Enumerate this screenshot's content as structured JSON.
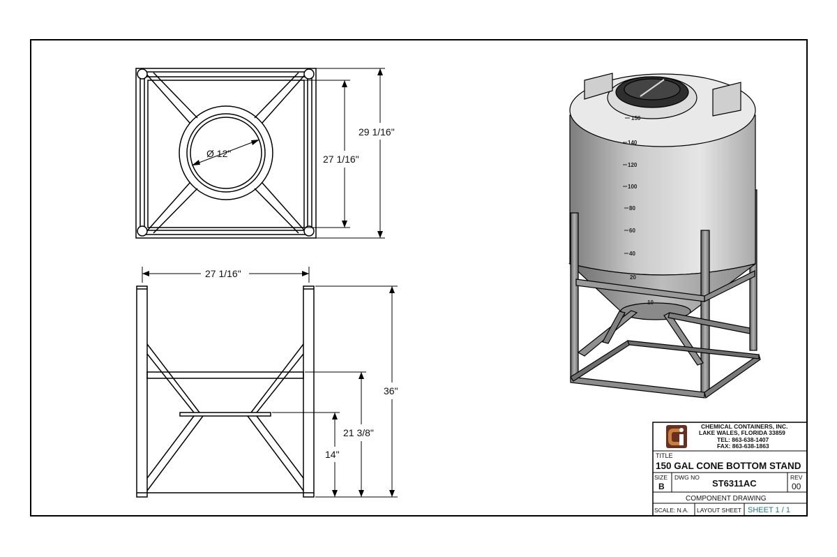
{
  "dimensions": {
    "top_diameter": "Ø 12\"",
    "top_inner": "27 1/16\"",
    "top_outer": "29 1/16\"",
    "front_width": "27 1/16\"",
    "front_height_total": "36\"",
    "front_height_upper_bar": "21 3/8\"",
    "front_height_lower_bar": "14\""
  },
  "tank_markings": [
    "150",
    "140",
    "120",
    "100",
    "80",
    "60",
    "40",
    "20",
    "10"
  ],
  "title_block": {
    "company_name": "CHEMICAL CONTAINERS, INC.",
    "address": "LAKE WALES, FLORIDA  33859",
    "tel": "TEL: 863-638-1407",
    "fax": "FAX: 863-638-1863",
    "title_label": "TITLE",
    "title": "150 GAL CONE BOTTOM STAND",
    "size_label": "SIZE",
    "size": "B",
    "dwg_label": "DWG NO",
    "dwg_no": "ST6311AC",
    "rev_label": "REV",
    "rev": "00",
    "description": "COMPONENT DRAWING",
    "scale": "SCALE: N.A.",
    "layout": "LAYOUT SHEET",
    "sheet": "SHEET  1 / 1",
    "colors": {
      "sheet_text": "#1f7a80",
      "logo_dark": "#6b2f1f",
      "logo_light": "#c97f3d"
    }
  }
}
